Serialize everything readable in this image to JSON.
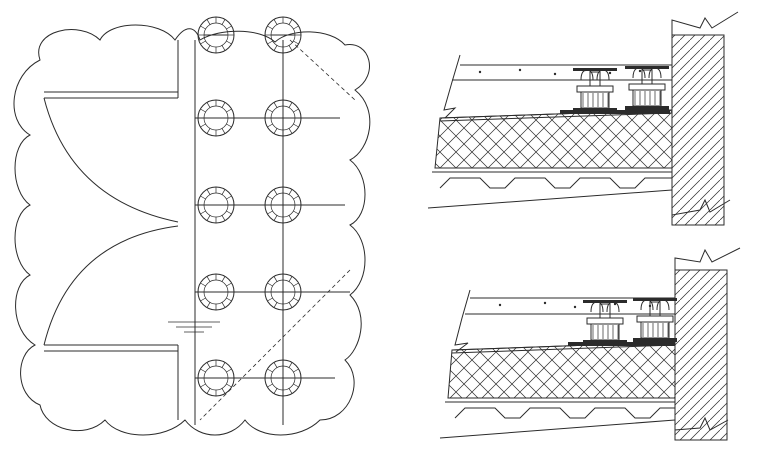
{
  "drawing": {
    "type": "cad-detail-sheet",
    "views": [
      {
        "name": "plan-view",
        "pedestal_rows": 5,
        "pedestal_cols": 2
      },
      {
        "name": "section-upper",
        "pedestals": 2
      },
      {
        "name": "section-lower",
        "pedestals": 2
      }
    ],
    "line_color": "#2b2b2b",
    "background": "#ffffff"
  }
}
